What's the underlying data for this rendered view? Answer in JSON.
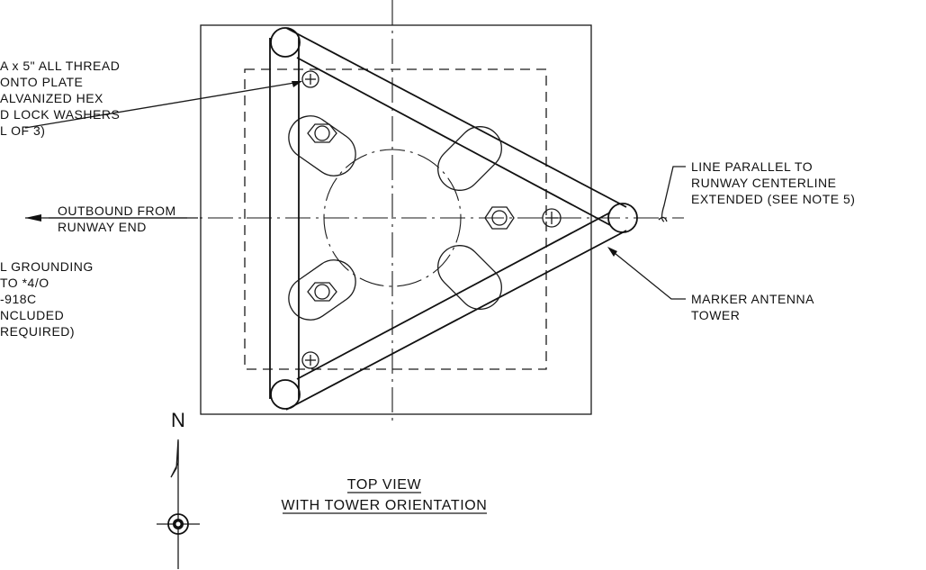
{
  "notes": {
    "thread_rod": [
      "A x 5\" ALL THREAD",
      "ONTO PLATE",
      "ALVANIZED HEX",
      "D LOCK WASHERS",
      "L OF 3)"
    ],
    "outbound": [
      "OUTBOUND FROM",
      "RUNWAY END"
    ],
    "grounding": [
      "L GROUNDING",
      "TO *4/O",
      "-918C",
      "NCLUDED",
      "REQUIRED)"
    ],
    "parallel_line": [
      "LINE PARALLEL TO",
      "RUNWAY CENTERLINE",
      "EXTENDED (SEE NOTE 5)"
    ],
    "marker_antenna": [
      "MARKER ANTENNA",
      "TOWER"
    ],
    "north": "N"
  },
  "title": {
    "line1": "TOP VIEW",
    "line2": "WITH TOWER ORIENTATION"
  }
}
